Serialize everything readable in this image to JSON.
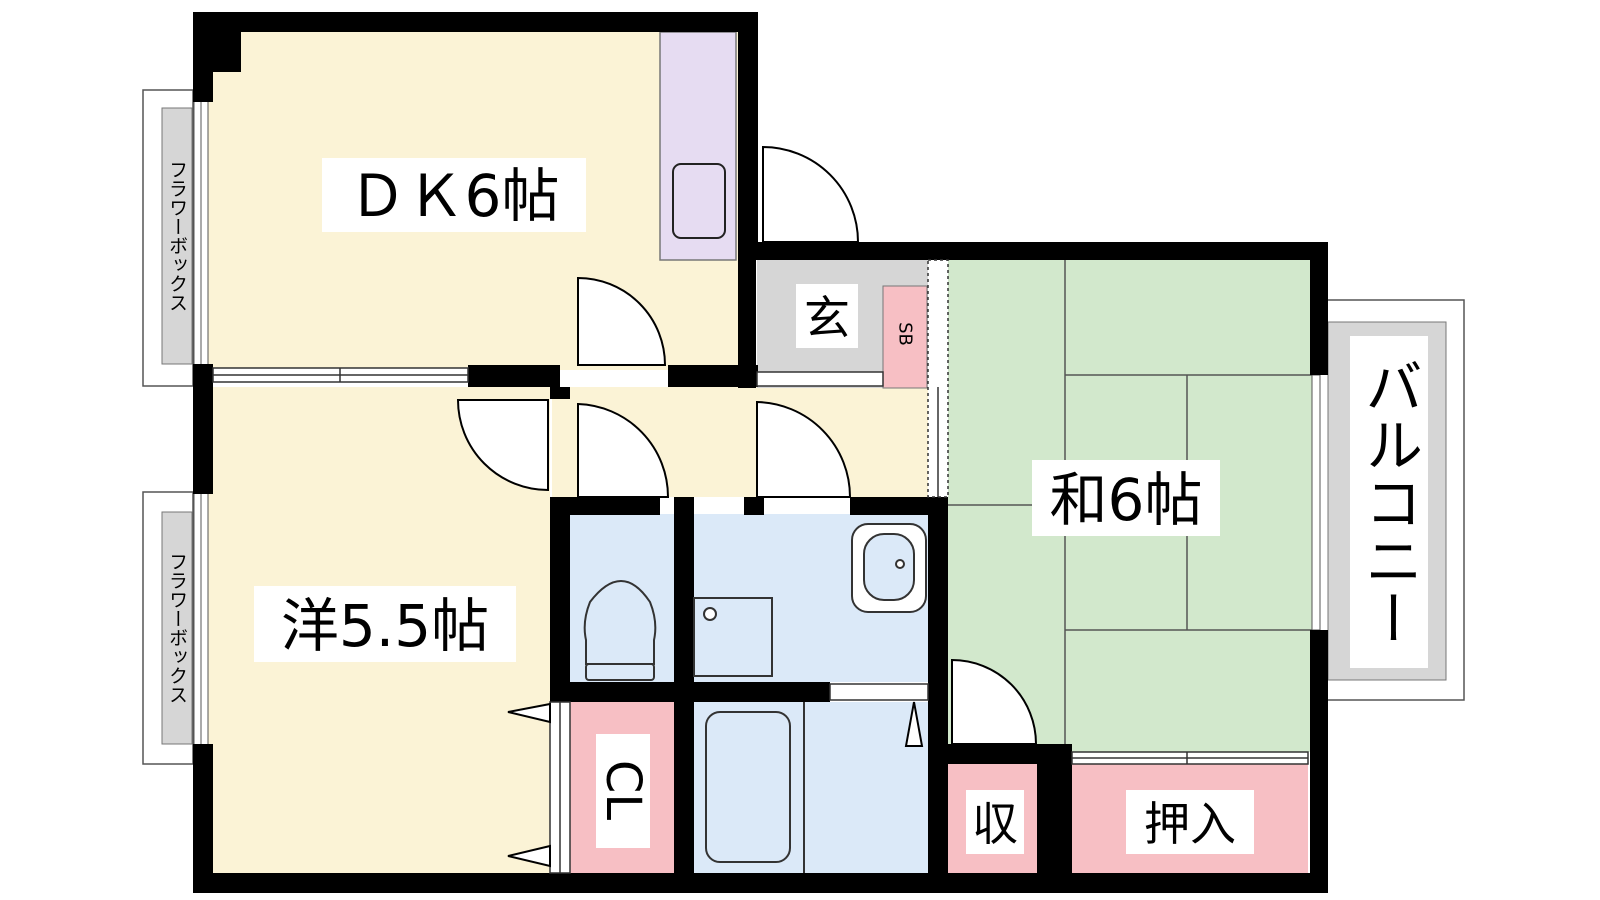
{
  "rooms": {
    "dk": "ＤＫ6帖",
    "western": "洋5.5帖",
    "japanese": "和6帖",
    "entrance": "玄",
    "shoe_box": "SB",
    "closet": "CL",
    "storage": "収",
    "oshiire": "押入"
  },
  "exterior": {
    "flower_box_top": "フラワーボックス",
    "flower_box_bottom": "フラワーボックス",
    "balcony": "バルコニー"
  },
  "colors": {
    "room_beige": "#fbf3d6",
    "tatami_green": "#d2e8cc",
    "wet_blue": "#dbe9f8",
    "storage_pink": "#f7bfc4",
    "kitchen_purple": "#e6dcf2",
    "entrance_gray": "#d6d6d6",
    "wall": "#000000"
  }
}
